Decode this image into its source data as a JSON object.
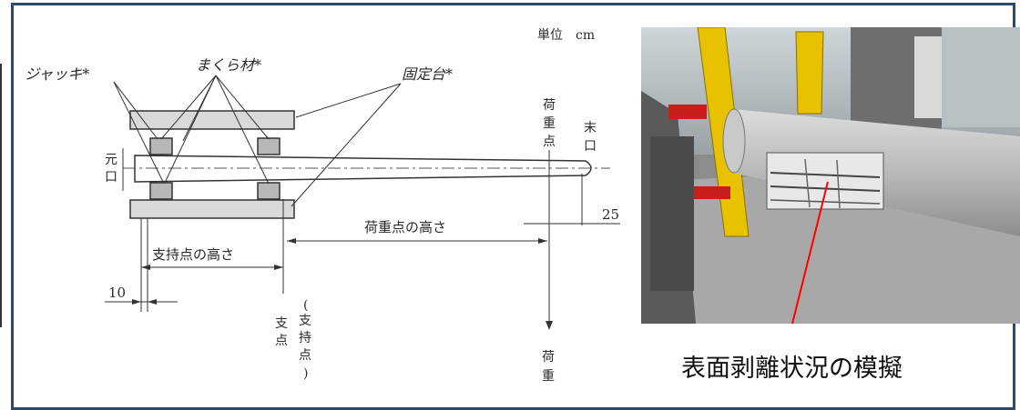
{
  "diagram": {
    "unit_label": "単位　cm",
    "jack_label": "ジャッキ*",
    "sleeper_label": "まくら材*",
    "fixed_base_label": "固定台*",
    "butt_end_label": [
      "元",
      "口"
    ],
    "tip_end_label": [
      "末",
      "口"
    ],
    "load_point_label": [
      "荷",
      "重",
      "点"
    ],
    "load_point_height_label": "荷重点の高さ",
    "support_height_label": "支持点の高さ",
    "dim_25": "25",
    "dim_10": "10",
    "support_point_label": [
      "支",
      "点"
    ],
    "support_point_paren_label": [
      "(",
      "支",
      "持",
      "点",
      ")"
    ],
    "load_label": [
      "荷",
      "重"
    ]
  },
  "photo": {
    "caption": "表面剥離状況の模擬"
  }
}
